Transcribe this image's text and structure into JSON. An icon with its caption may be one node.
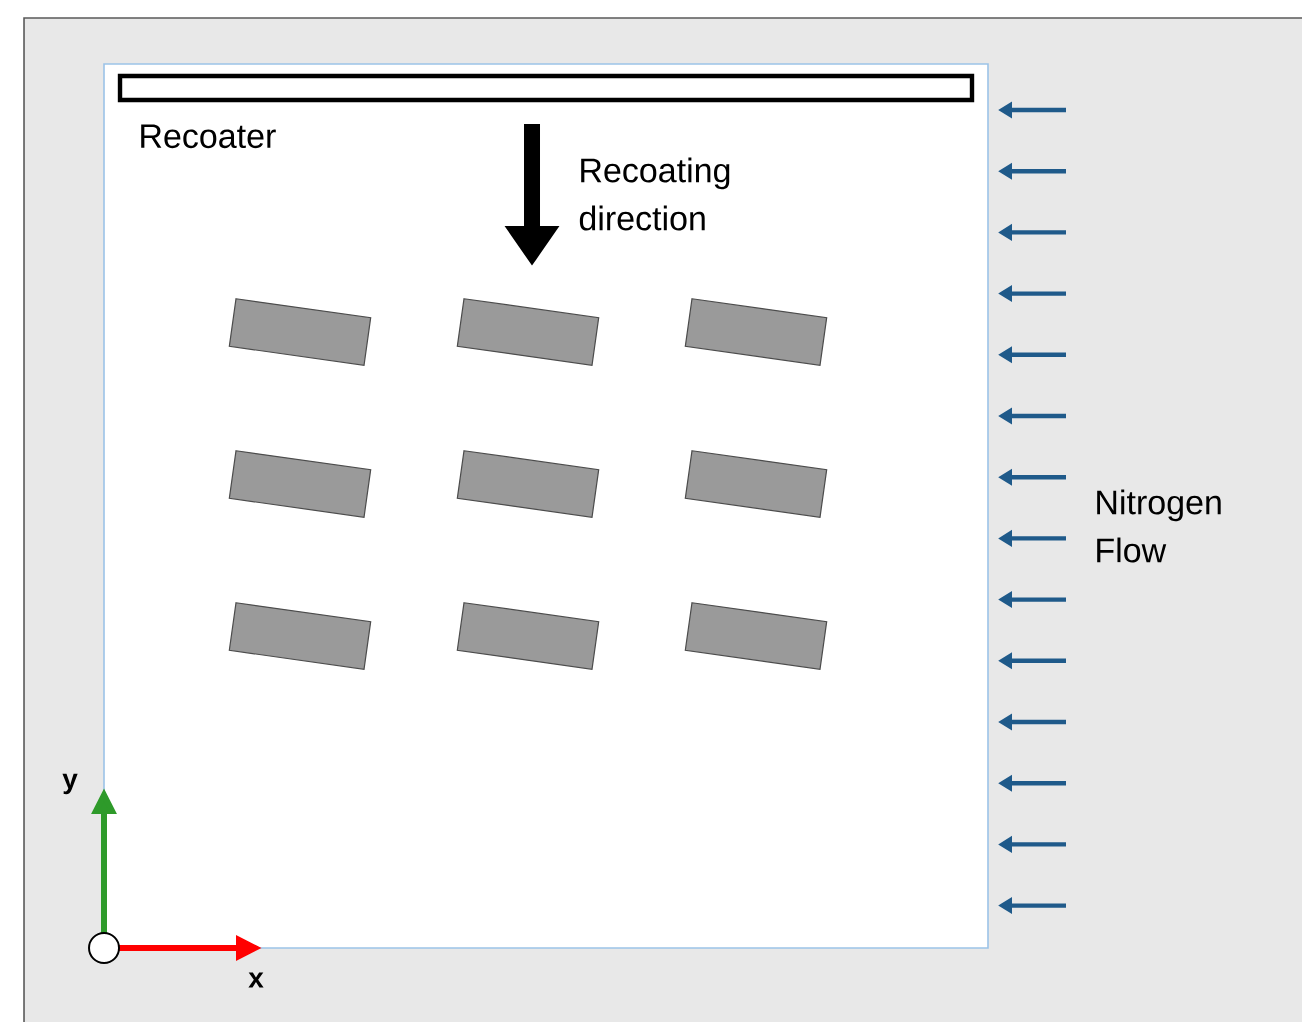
{
  "diagram": {
    "nodes": [
      {
        "text": [
          "Recoater"
        ]
      }
    ],
    "labels": [
      "Recoating direction",
      "Nitrogen Flow",
      "y",
      "x"
    ]
  }
}
